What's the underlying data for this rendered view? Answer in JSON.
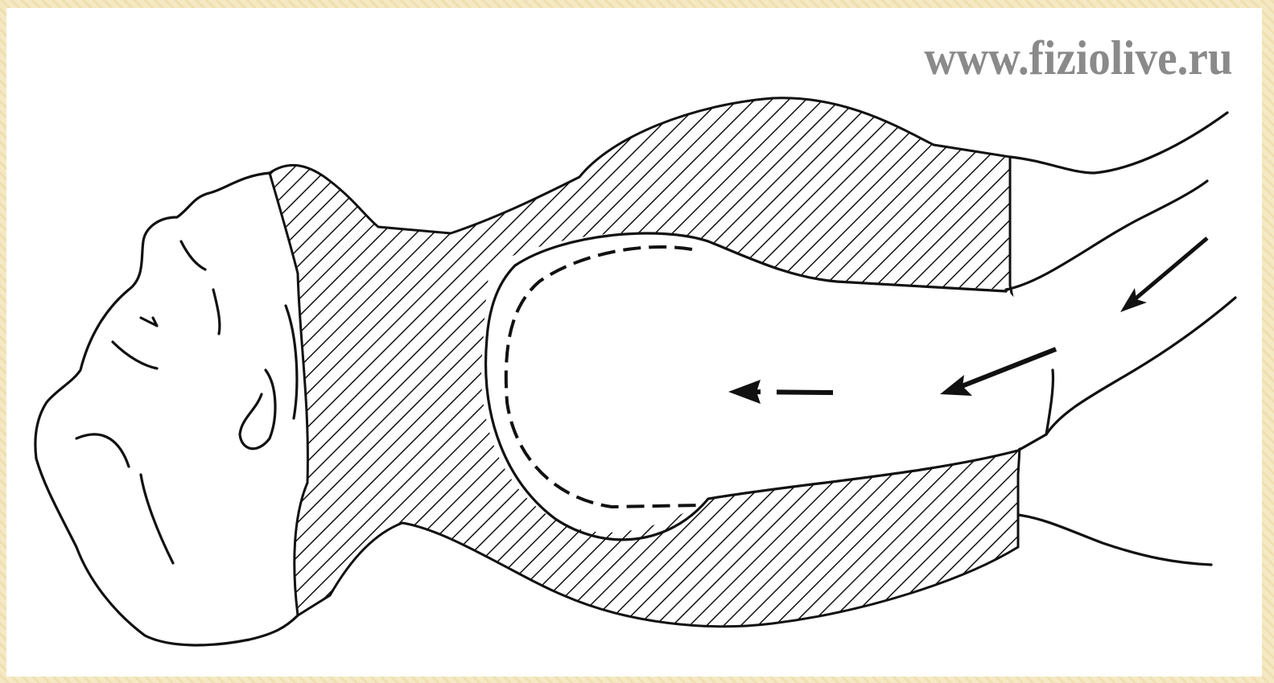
{
  "watermark": {
    "text": "www.fiziolive.ru"
  },
  "colors": {
    "frame": "#f3e6bf",
    "background": "#ffffff",
    "ink": "#111111",
    "watermark": "#8a8a8a"
  },
  "figure": {
    "hatch_pattern": "diagonal-lines",
    "arrow_count": 3
  }
}
